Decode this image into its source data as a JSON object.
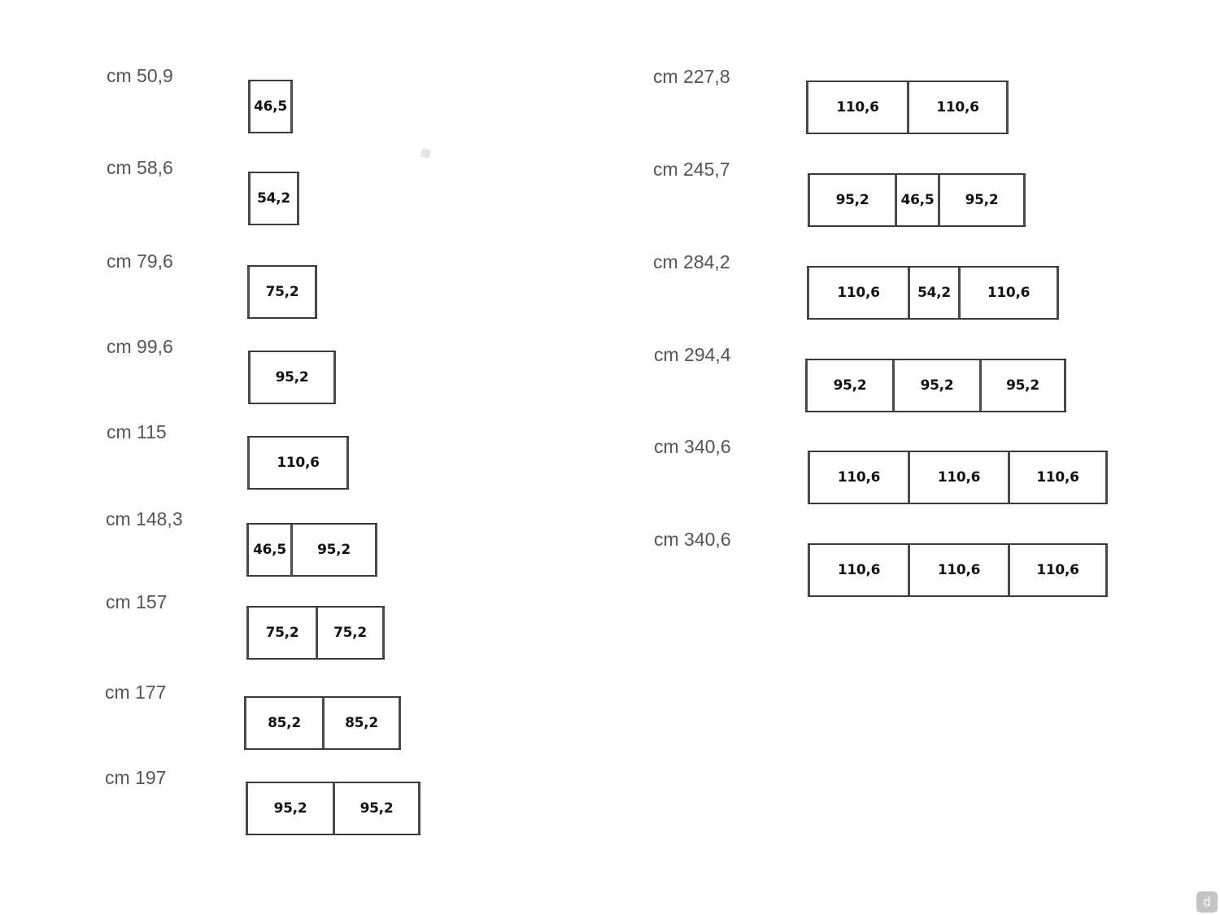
{
  "brand": {
    "corner_logo_glyph": "d",
    "logo_color": "#c4c4c4"
  },
  "colors": {
    "frame": "#4a4a4a",
    "label": "#555555",
    "module_text": "#111111"
  },
  "configurations": [
    {
      "total_label": "cm 50,9",
      "modules": [
        "46,5"
      ]
    },
    {
      "total_label": "cm 58,6",
      "modules": [
        "54,2"
      ]
    },
    {
      "total_label": "cm 79,6",
      "modules": [
        "75,2"
      ]
    },
    {
      "total_label": "cm 99,6",
      "modules": [
        "95,2"
      ]
    },
    {
      "total_label": "cm 115",
      "modules": [
        "110,6"
      ]
    },
    {
      "total_label": "cm 148,3",
      "modules": [
        "46,5",
        "95,2"
      ]
    },
    {
      "total_label": "cm 157",
      "modules": [
        "75,2",
        "75,2"
      ]
    },
    {
      "total_label": "cm 177",
      "modules": [
        "85,2",
        "85,2"
      ]
    },
    {
      "total_label": "cm 197",
      "modules": [
        "95,2",
        "95,2"
      ]
    },
    {
      "total_label": "cm 227,8",
      "modules": [
        "110,6",
        "110,6"
      ]
    },
    {
      "total_label": "cm 245,7",
      "modules": [
        "95,2",
        "46,5",
        "95,2"
      ]
    },
    {
      "total_label": "cm 284,2",
      "modules": [
        "110,6",
        "54,2",
        "110,6"
      ]
    },
    {
      "total_label": "cm 294,4",
      "modules": [
        "95,2",
        "95,2",
        "95,2"
      ]
    },
    {
      "total_label": "cm 340,6",
      "modules": [
        "110,6",
        "110,6",
        "110,6"
      ]
    },
    {
      "total_label": "cm 340,6",
      "modules": [
        "110,6",
        "110,6",
        "110,6"
      ]
    }
  ]
}
